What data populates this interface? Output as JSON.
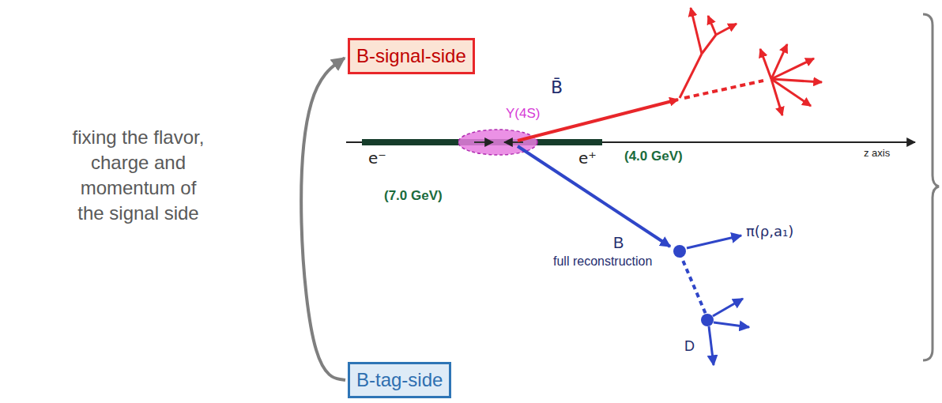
{
  "diagram": {
    "nodes": [
      {
        "text": [
          "B-signal-side"
        ]
      },
      {
        "text": [
          "B-tag-side"
        ]
      }
    ],
    "edges": [
      {
        "from": 1,
        "to": 0,
        "arrow": "to",
        "label": "fixing the flavor, charge and momentum of the signal side"
      }
    ],
    "labels": [
      "Y(4S)",
      "B̄",
      "(4.0 GeV)",
      "z axis",
      "e⁻",
      "e⁺",
      "(7.0 GeV)",
      "B",
      "full reconstruction",
      "π(ρ,a₁)",
      "D"
    ]
  }
}
